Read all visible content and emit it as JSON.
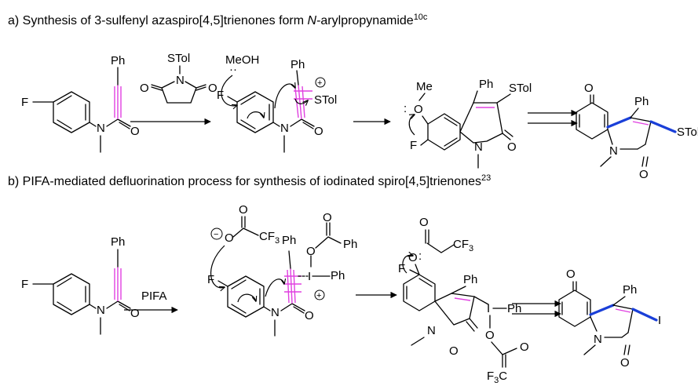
{
  "headings": {
    "a_prefix": "a) Synthesis of 3-sulfenyl azaspiro[4,5]trienones form ",
    "a_italic": "N",
    "a_suffix": "-arylpropynamide",
    "a_ref": "10c",
    "b_main": "b) PIFA-mediated defluorination process for synthesis of  iodinated spiro[4,5]trienones",
    "b_ref": "23"
  },
  "labels": {
    "F": "F",
    "N": "N",
    "O": "O",
    "Ph": "Ph",
    "STol": "STol",
    "MeOH": "MeOH",
    "Me": "Me",
    "I": "I",
    "PIFA": "PIFA",
    "CF3": "CF",
    "CF3_sub": "3",
    "F3C": "F",
    "F3C_sub": "3",
    "F3C_c": "C",
    "plus": "+",
    "minus": "−",
    "lone_pair": ":",
    "lone_pair_dots": "··"
  },
  "colors": {
    "triple_bond": "#e040e0",
    "new_bond": "#1a3fd8"
  }
}
